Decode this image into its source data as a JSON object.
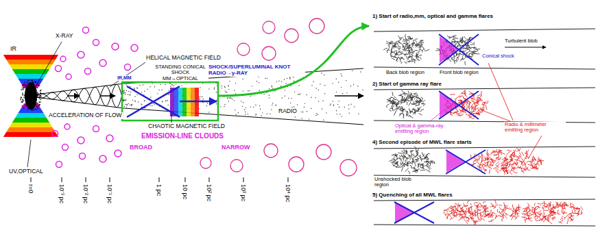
{
  "diagram": {
    "nodes": [
      {
        "text": [
          "1) Start of radio,mm, optical and gamma flares",
          "Turbulent blob",
          "Conical shock",
          "Back blob region",
          "Front blob region"
        ]
      },
      {
        "text": [
          "2) Start of gamma ray flare",
          "Optical & gamma-ray emitting region",
          "Radio & millimeter emitting region"
        ]
      },
      {
        "text": [
          "4) Second episode of MWL flare starts",
          "Unshocked blob region"
        ]
      },
      {
        "text": [
          "5) Quenching of all MWL flares"
        ]
      }
    ],
    "labels": [
      "IR",
      "X-RAY",
      "HELICAL MAGNETIC FIELD",
      "STANDING CONICAL SHOCK MM→OPTICAL",
      "IR,MM",
      "SHOCK/SUPERLUMINAL KNOT RADIO→γ-RAY",
      "ACCELERATION OF FLOW",
      "CHAOTIC MAGNETIC FIELD",
      "EMISSION-LINE CLOUDS",
      "BROAD",
      "NARROW",
      "RADIO →",
      "UV,OPTICAL",
      "r=0",
      "10⁻³ pc",
      "10⁻² pc",
      "10⁻¹ pc",
      "1 pc",
      "10 pc",
      "10² pc",
      "10³ pc",
      "10⁴ pc"
    ]
  }
}
